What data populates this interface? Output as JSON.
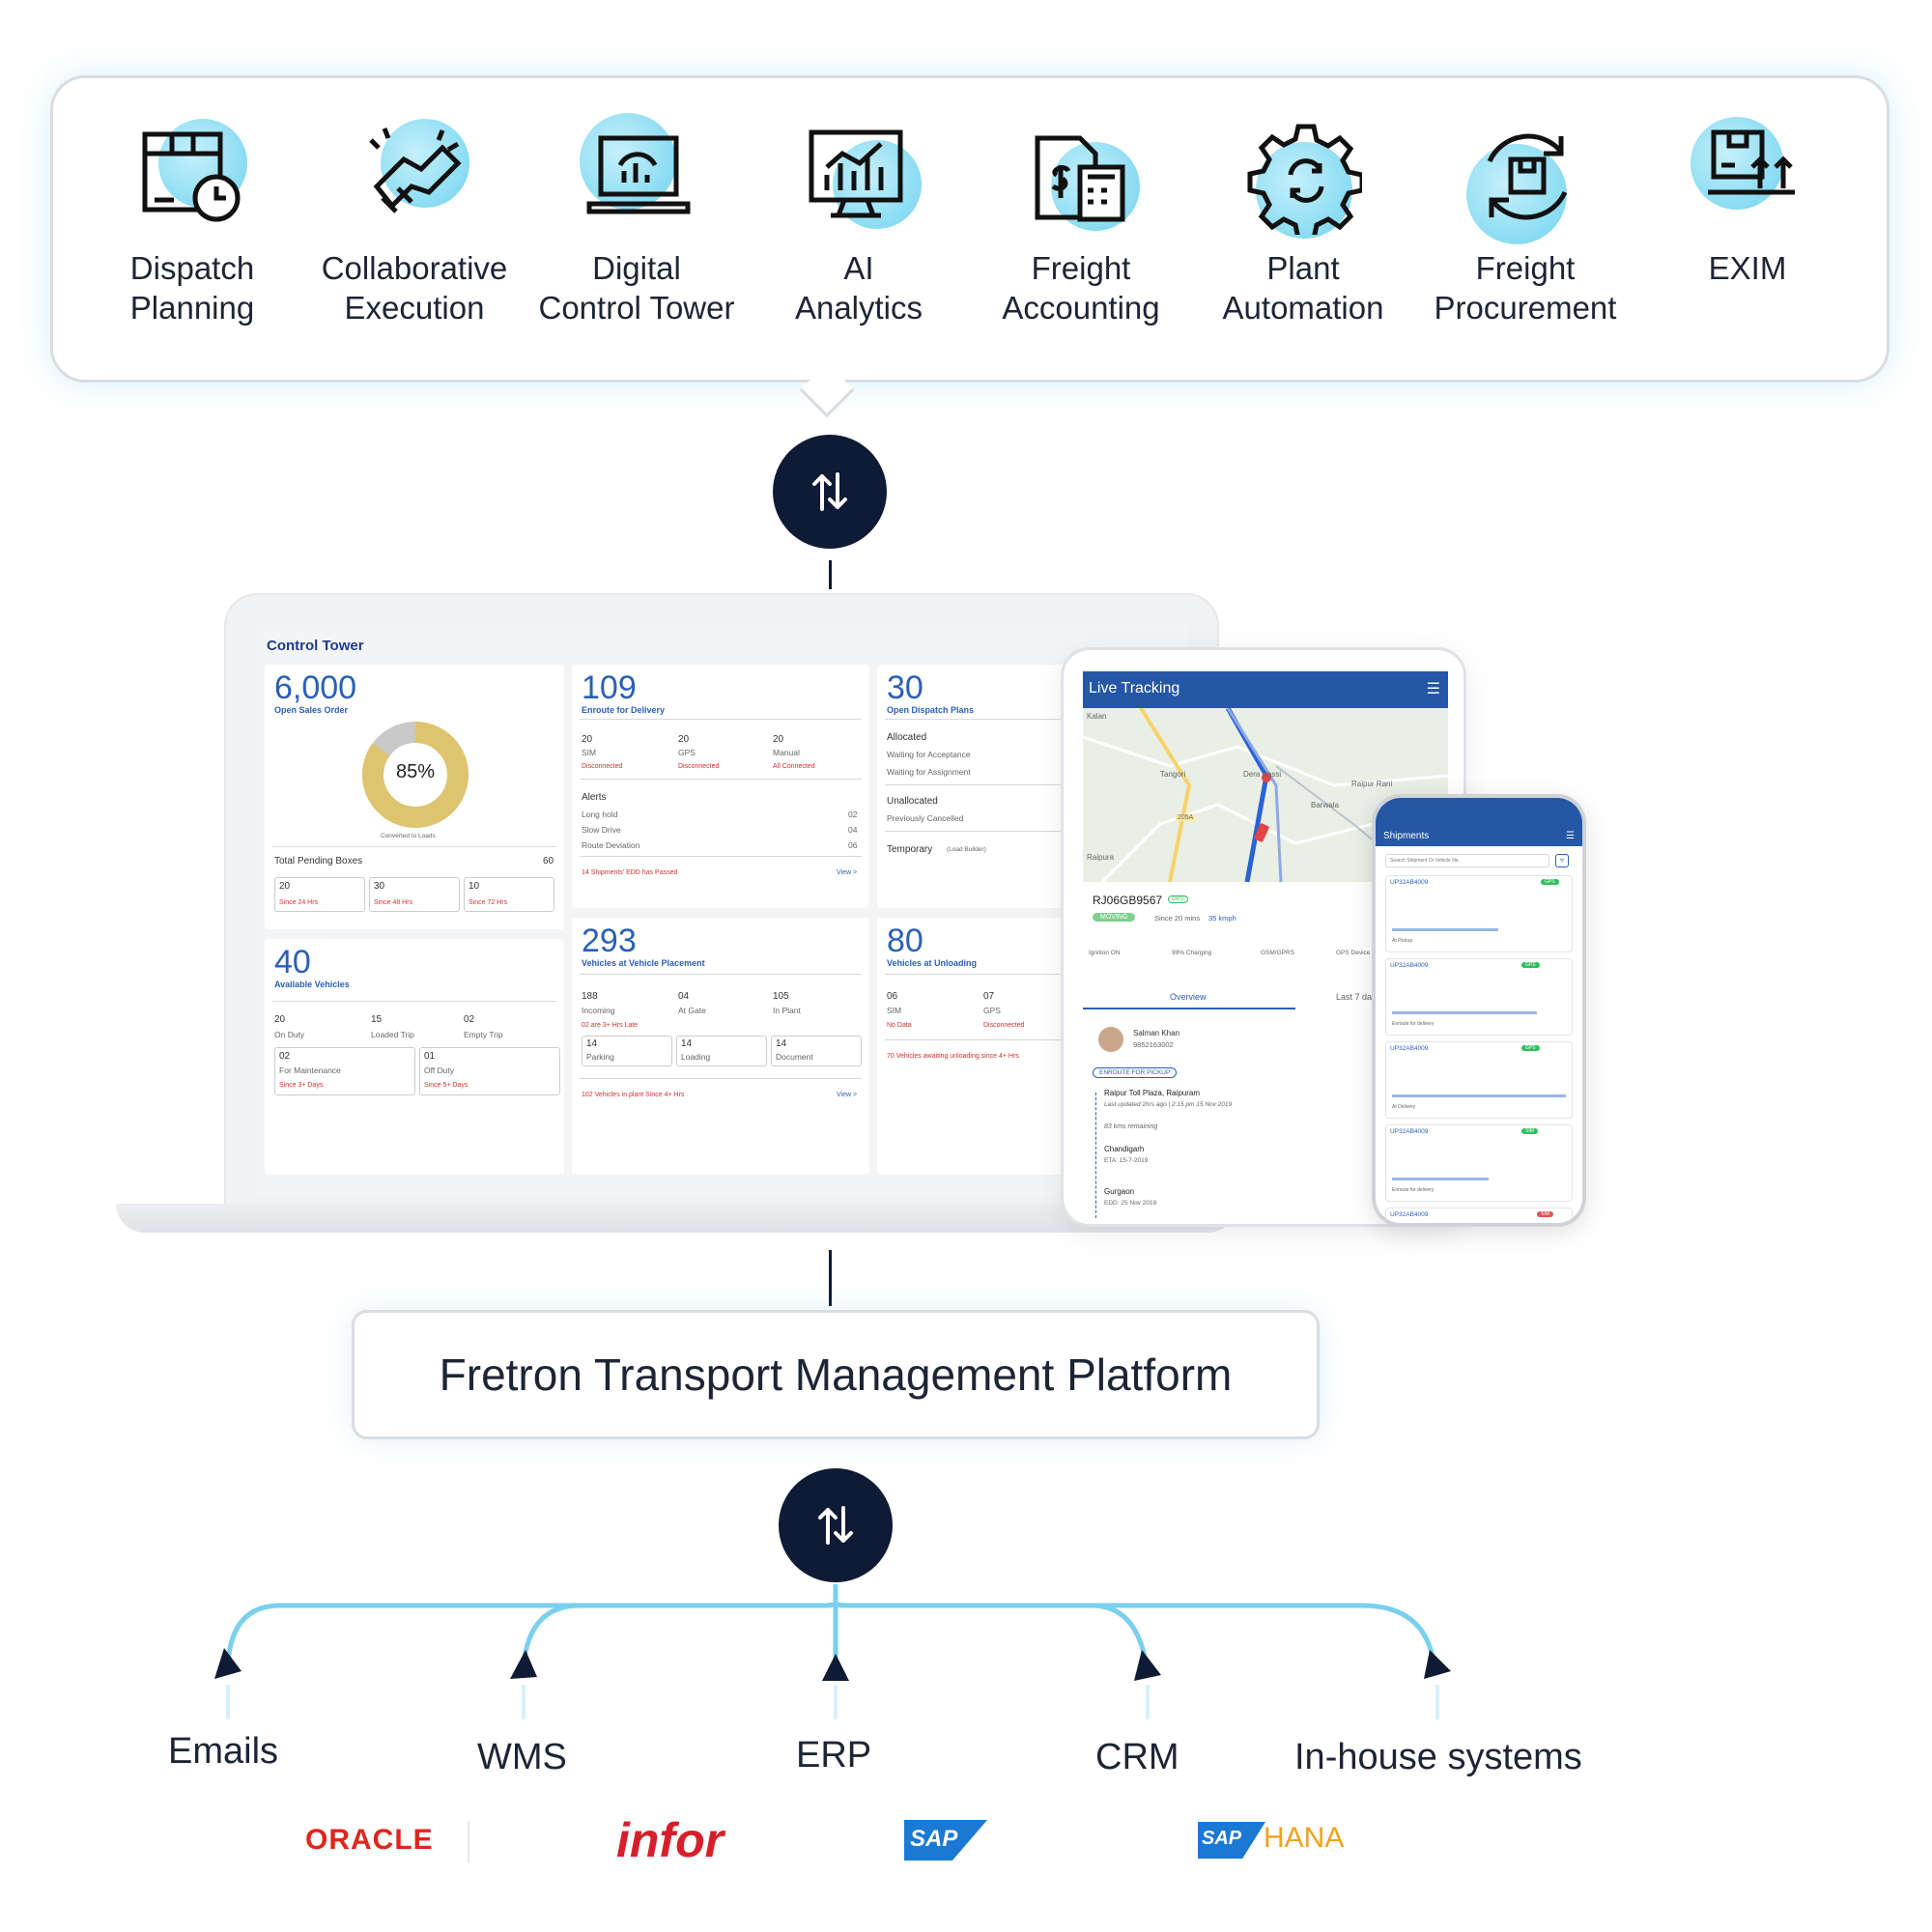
{
  "modules": [
    {
      "label": "Dispatch\nPlanning",
      "icon": "dispatch-planning-icon"
    },
    {
      "label": "Collaborative\nExecution",
      "icon": "handshake-icon"
    },
    {
      "label": "Digital\nControl Tower",
      "icon": "laptop-dashboard-icon"
    },
    {
      "label": "AI\nAnalytics",
      "icon": "analytics-monitor-icon"
    },
    {
      "label": "Freight\nAccounting",
      "icon": "invoice-calculator-icon"
    },
    {
      "label": "Plant\nAutomation",
      "icon": "gear-sync-icon"
    },
    {
      "label": "Freight\nProcurement",
      "icon": "box-cycle-icon"
    },
    {
      "label": "EXIM",
      "icon": "box-export-icon"
    }
  ],
  "control_tower": {
    "title": "Control Tower",
    "sales": {
      "value": "6,000",
      "label": "Open Sales Order",
      "donut_percent": 85,
      "donut_text": "85%",
      "legend": "Converted to Loads",
      "pending_label": "Total Pending Boxes",
      "pending_value": "60",
      "boxes": [
        {
          "v": "20",
          "s": "Since 24 Hrs"
        },
        {
          "v": "30",
          "s": "Since 48 Hrs"
        },
        {
          "v": "10",
          "s": "Since 72 Hrs"
        }
      ]
    },
    "enroute": {
      "value": "109",
      "label": "Enroute for Delivery",
      "cols": [
        {
          "v": "20",
          "l": "SIM",
          "s": "Disconnected"
        },
        {
          "v": "20",
          "l": "GPS",
          "s": "Disconnected"
        },
        {
          "v": "20",
          "l": "Manual",
          "s": "All Connected"
        }
      ],
      "alerts_title": "Alerts",
      "alerts": [
        {
          "l": "Long hold",
          "v": "02"
        },
        {
          "l": "Slow Drive",
          "v": "04"
        },
        {
          "l": "Route Deviation",
          "v": "06"
        }
      ],
      "footer": "14 Shipments' EDD has Passed",
      "view": "View  >"
    },
    "dispatch": {
      "value": "30",
      "label": "Open Dispatch Plans",
      "allocated": "Allocated",
      "waiting_acceptance": "Waiting for Acceptance",
      "waiting_assignment": "Waiting for Assignment",
      "unallocated": "Unallocated",
      "prev_cancelled": "Previously Cancelled",
      "temporary": "Temporary",
      "load_builder": "(Load Builder)"
    },
    "vehicles": {
      "value": "40",
      "label": "Available Vehicles",
      "cols": [
        {
          "v": "20",
          "l": "On Duty"
        },
        {
          "v": "15",
          "l": "Loaded Trip"
        },
        {
          "v": "02",
          "l": "Empty Trip"
        }
      ],
      "boxes": [
        {
          "v": "02",
          "l": "For Maintenance",
          "s": "Since 3+ Days"
        },
        {
          "v": "01",
          "l": "Off Duty",
          "s": "Since 5+ Days"
        }
      ]
    },
    "placement": {
      "value": "293",
      "label": "Vehicles at Vehicle Placement",
      "cols": [
        {
          "v": "188",
          "l": "Incoming"
        },
        {
          "v": "04",
          "l": "At Gate"
        },
        {
          "v": "105",
          "l": "In Plant"
        }
      ],
      "late": "02 are 3+ Hrs Late",
      "boxes": [
        {
          "v": "14",
          "l": "Parking"
        },
        {
          "v": "14",
          "l": "Loading"
        },
        {
          "v": "14",
          "l": "Document"
        }
      ],
      "footer": "102 Vehicles in plant Since 4+ Hrs",
      "view": "View  >"
    },
    "unloading": {
      "value": "80",
      "label": "Vehicles at Unloading",
      "cols": [
        {
          "v": "06",
          "l": "SIM",
          "s": "No Data"
        },
        {
          "v": "07",
          "l": "GPS",
          "s": "Disconnected"
        }
      ],
      "footer": "70 Vehicles awaiting unloading since 4+ Hrs"
    }
  },
  "live_tracking": {
    "title": "Live Tracking",
    "map_labels": [
      "Kalan",
      "Tangori",
      "Dera Bassi",
      "Barwala",
      "Raipur Rani",
      "Raipura",
      "205A"
    ],
    "vehicle": "RJ06GB9567",
    "gps_badge": "GPS",
    "status": "MOVING",
    "since": "Since 20 mins",
    "speed": "35 kmph",
    "stats": [
      "Ignition ON",
      "99% Charging",
      "GSM/GPRS",
      "GPS Device"
    ],
    "tab_overview": "Overview",
    "tab_last": "Last 7 day",
    "driver": "Salman Khan",
    "phone": "9852163002",
    "pill": "ENROUTE FOR PICKUP",
    "stop1": "Raipur Toll Plaza, Raipuram",
    "stop1_sub": "Last updated 2hrs ago | 2:15 pm 15 Nov 2019",
    "remaining": "83 kms remaining",
    "stop2": "Chandigarh",
    "stop2_sub": "ETA: 15-7-2019",
    "stop3": "Gurgaon",
    "stop3_sub": "EDD: 25 Nov 2019"
  },
  "shipments": {
    "title": "Shipments",
    "search_placeholder": "Search Shipment Or Vehicle No.",
    "items": [
      {
        "id": "UP32AB4009",
        "status": "At Pickup",
        "badge": "GPS",
        "badge_color": "#2fbf5a"
      },
      {
        "id": "UP32AB4009",
        "status": "Enroute for delivery",
        "badge": "GPS",
        "badge_color": "#2fbf5a"
      },
      {
        "id": "UP32AB4009",
        "status": "At Delivery",
        "badge": "GPS",
        "badge_color": "#2fbf5a"
      },
      {
        "id": "UP32AB4009",
        "status": "Enroute for delivery",
        "badge": "SIM",
        "badge_color": "#2fbf5a"
      },
      {
        "id": "UP32AB4009",
        "status": "",
        "badge": "SIM",
        "badge_color": "#e05555"
      }
    ]
  },
  "platform": {
    "title": "Fretron Transport Management Platform"
  },
  "integrations": {
    "labels": [
      "Emails",
      "WMS",
      "ERP",
      "CRM",
      "In-house systems"
    ],
    "logos": [
      "ORACLE",
      "infor",
      "SAP",
      "SAP",
      "HANA"
    ]
  },
  "colors": {
    "navy": "#0f1a35",
    "accent_blue": "#2a5fb8",
    "cyan_line": "#7ad0ee",
    "oracle_red": "#e0261c",
    "infor_red": "#d71f2b",
    "sap_blue": "#1a79d4",
    "hana_orange": "#f0a21d"
  }
}
